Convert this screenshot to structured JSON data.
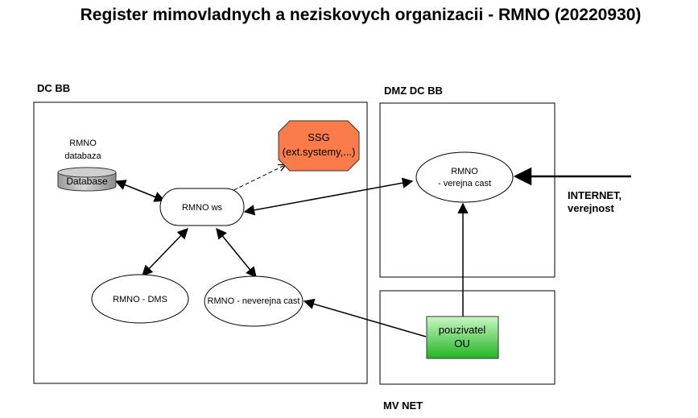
{
  "title": "Register mimovladnych a neziskovych organizacii - RMNO (20220930)",
  "zones": {
    "dc_bb": "DC BB",
    "dmz_dc_bb": "DMZ DC BB",
    "mv_net": "MV NET"
  },
  "nodes": {
    "database_label_line1": "RMNO",
    "database_label_line2": "databaza",
    "database_cylinder_text": "Database",
    "ssg_line1": "SSG",
    "ssg_line2": "(ext.systemy,...)",
    "ws": "RMNO ws",
    "dms": "RMNO - DMS",
    "neverejna": "RMNO - neverejna cast",
    "verejna_line1": "RMNO",
    "verejna_line2": "- verejna cast",
    "user_line1": "pouzivatel",
    "user_line2": "OU",
    "internet_line1": "INTERNET,",
    "internet_line2": "verejnost"
  },
  "colors": {
    "ssg_fill": "#f97c4a",
    "user_fill_top": "#b6f5b0",
    "user_fill_bottom": "#2cc52c",
    "db_fill": "#a9a9a9"
  }
}
